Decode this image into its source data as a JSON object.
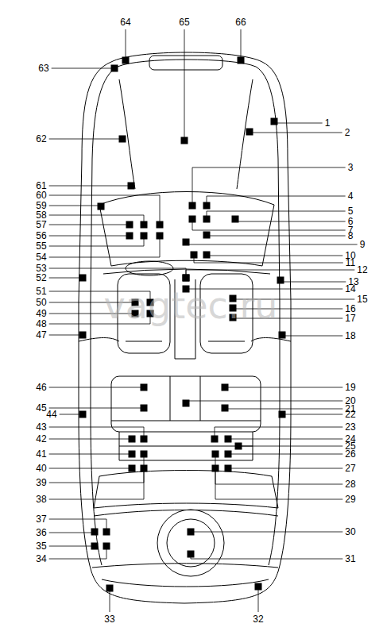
{
  "diagram": {
    "labels": [
      "1",
      "2",
      "3",
      "4",
      "5",
      "6",
      "7",
      "8",
      "9",
      "10",
      "11",
      "12",
      "13",
      "14",
      "15",
      "16",
      "17",
      "18",
      "19",
      "20",
      "21",
      "22",
      "23",
      "24",
      "25",
      "26",
      "27",
      "28",
      "29",
      "30",
      "31",
      "32",
      "33",
      "34",
      "35",
      "36",
      "37",
      "38",
      "39",
      "40",
      "41",
      "42",
      "43",
      "44",
      "45",
      "46",
      "47",
      "48",
      "49",
      "50",
      "51",
      "52",
      "53",
      "54",
      "55",
      "56",
      "57",
      "58",
      "59",
      "60",
      "61",
      "62",
      "63",
      "64",
      "65",
      "66",
      "vagtec.ru"
    ]
  }
}
